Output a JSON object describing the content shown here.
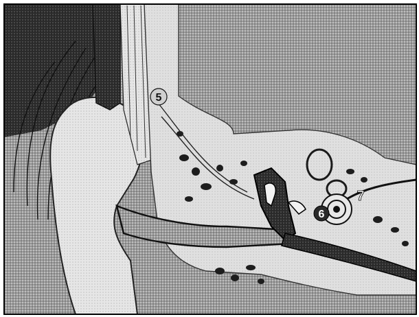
{
  "figure": {
    "subject": "ear-cross-section-illustration",
    "labels": [
      {
        "id": "label-5",
        "text": "5"
      },
      {
        "id": "label-6",
        "text": "6"
      },
      {
        "id": "label-7",
        "text": "7"
      }
    ]
  }
}
